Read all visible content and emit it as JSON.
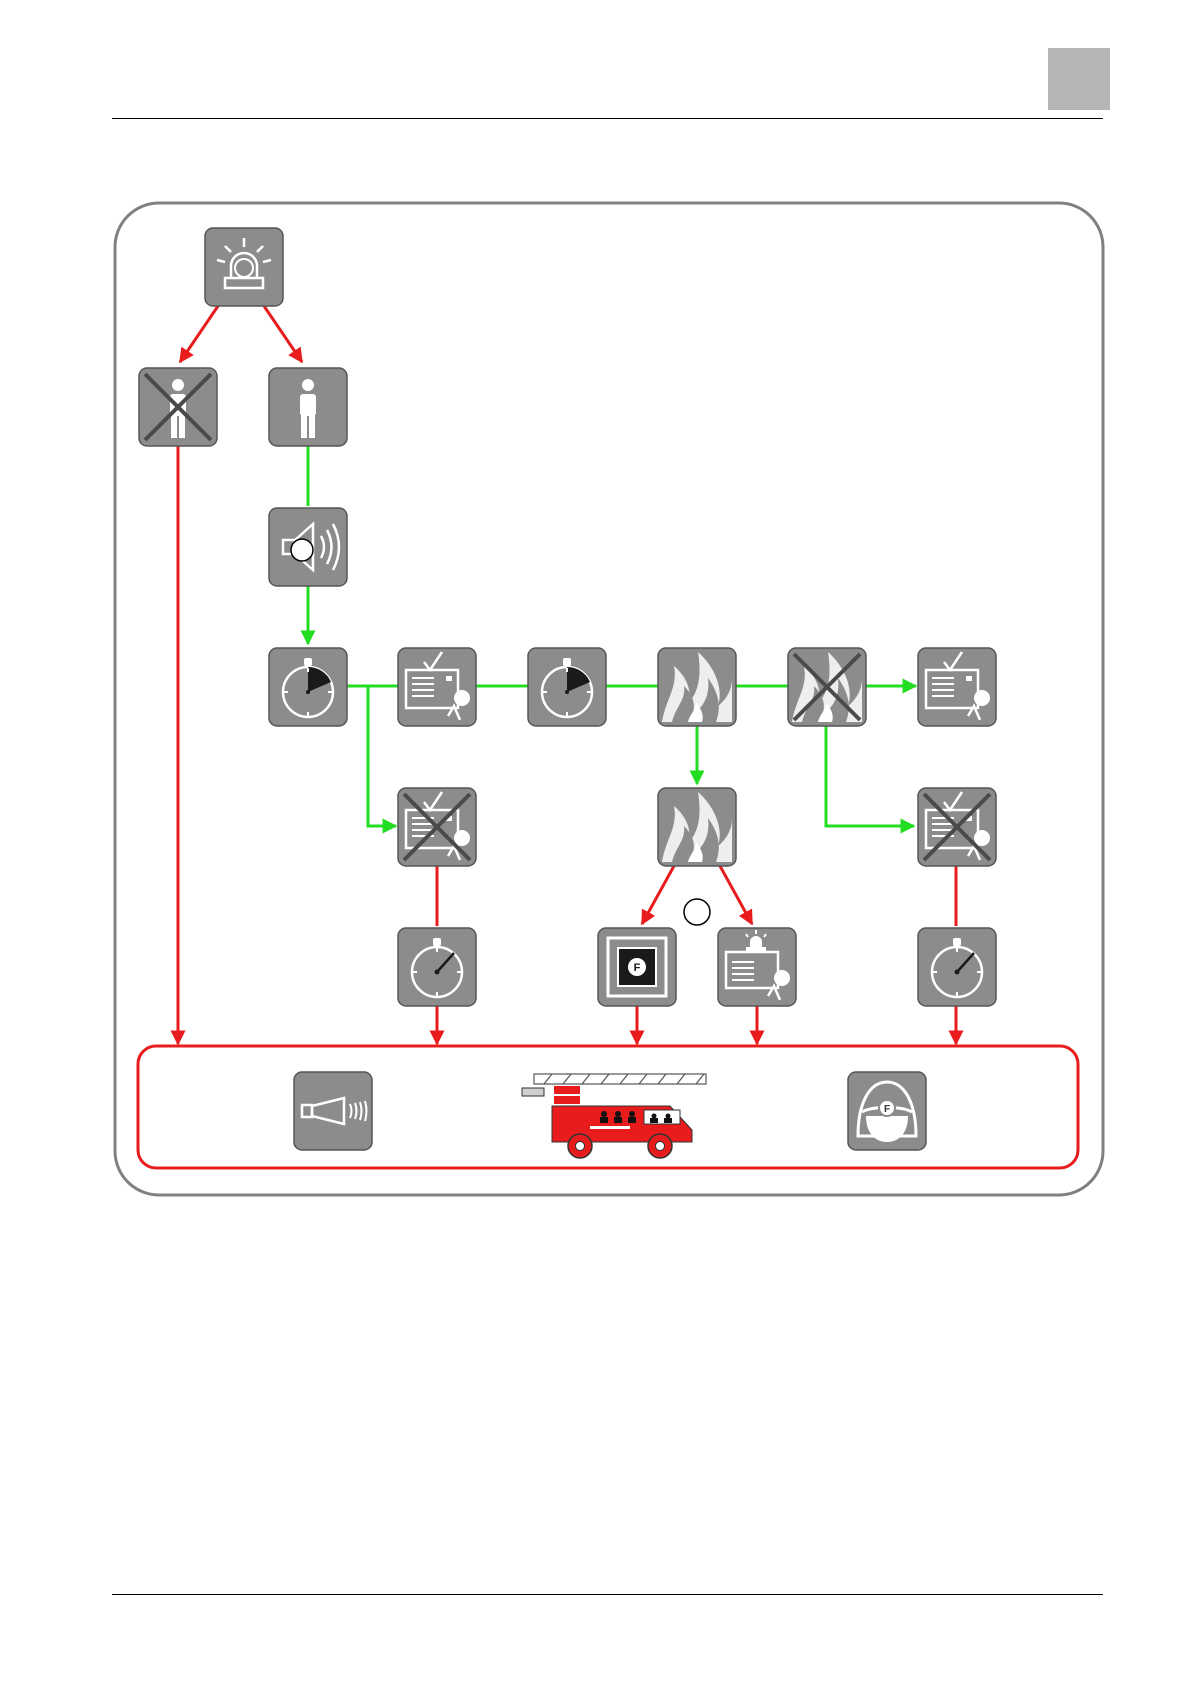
{
  "page": {
    "chapter_tab_color": "#b5b5b5"
  },
  "diagram": {
    "colors": {
      "frame": "#808080",
      "icon_fill": "#8c8c8c",
      "icon_stroke": "#555555",
      "glyph": "#ffffff",
      "cross": "#4a4a4a",
      "flow_positive": "#22dd22",
      "flow_alarm": "#e81c1c",
      "truck_red": "#e81c1c"
    },
    "nodes": [
      {
        "id": "alarm-trigger",
        "icon": "alarm-beacon-icon"
      },
      {
        "id": "no-operator",
        "icon": "person-crossed-icon"
      },
      {
        "id": "operator-present",
        "icon": "person-icon"
      },
      {
        "id": "acoustic-signal",
        "icon": "speaker-icon"
      },
      {
        "id": "timer-1",
        "icon": "stopwatch-short-icon"
      },
      {
        "id": "acknowledge-1",
        "icon": "acknowledge-panel-icon"
      },
      {
        "id": "no-acknowledge-1",
        "icon": "acknowledge-panel-crossed-icon"
      },
      {
        "id": "timer-2",
        "icon": "stopwatch-short-icon"
      },
      {
        "id": "fire-check",
        "icon": "flames-icon"
      },
      {
        "id": "no-fire",
        "icon": "flames-crossed-icon"
      },
      {
        "id": "acknowledge-2",
        "icon": "acknowledge-panel-icon"
      },
      {
        "id": "no-acknowledge-2",
        "icon": "acknowledge-panel-crossed-icon"
      },
      {
        "id": "fire-confirmed",
        "icon": "flames-icon"
      },
      {
        "id": "timeout-1",
        "icon": "stopwatch-long-icon"
      },
      {
        "id": "fire-call-point",
        "icon": "manual-call-point-icon"
      },
      {
        "id": "panel-alarm",
        "icon": "panel-alarm-icon"
      },
      {
        "id": "timeout-2",
        "icon": "stopwatch-long-icon"
      },
      {
        "id": "horn",
        "icon": "horn-icon"
      },
      {
        "id": "fire-truck",
        "icon": "fire-truck-icon"
      },
      {
        "id": "fire-brigade",
        "icon": "firefighter-helmet-icon"
      }
    ]
  }
}
